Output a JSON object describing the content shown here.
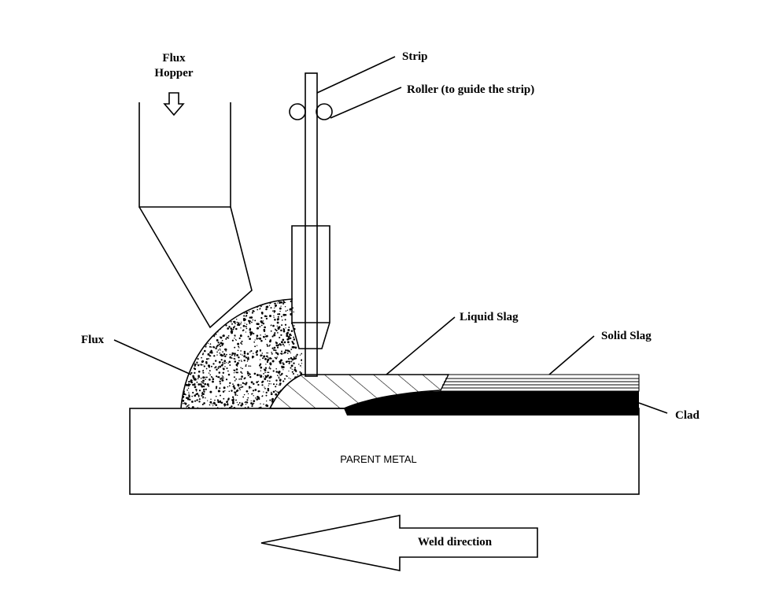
{
  "labels": {
    "flux_hopper_line1": "Flux",
    "flux_hopper_line2": "Hopper",
    "strip": "Strip",
    "roller": "Roller (to guide the strip)",
    "liquid_slag": "Liquid Slag",
    "solid_slag": "Solid Slag",
    "flux": "Flux",
    "clad": "Clad",
    "parent_metal": "PARENT METAL",
    "weld_direction": "Weld direction"
  },
  "colors": {
    "ink": "#000000",
    "background": "#ffffff"
  },
  "icons": {
    "hopper_arrow": "down-arrow-icon",
    "weld_arrow": "left-arrow-icon"
  }
}
